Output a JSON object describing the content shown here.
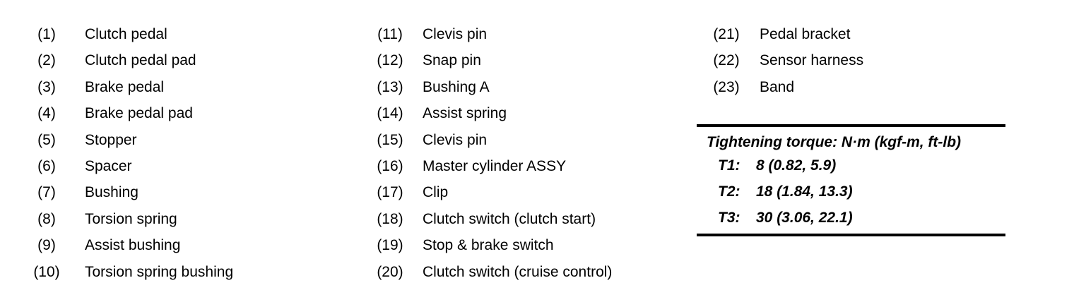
{
  "parts_legend": {
    "columns": [
      {
        "items": [
          {
            "num": "(1)",
            "label": "Clutch pedal"
          },
          {
            "num": "(2)",
            "label": "Clutch pedal pad"
          },
          {
            "num": "(3)",
            "label": "Brake pedal"
          },
          {
            "num": "(4)",
            "label": "Brake pedal pad"
          },
          {
            "num": "(5)",
            "label": "Stopper"
          },
          {
            "num": "(6)",
            "label": "Spacer"
          },
          {
            "num": "(7)",
            "label": "Bushing"
          },
          {
            "num": "(8)",
            "label": "Torsion spring"
          },
          {
            "num": "(9)",
            "label": "Assist bushing"
          },
          {
            "num": "(10)",
            "label": "Torsion spring bushing"
          }
        ]
      },
      {
        "items": [
          {
            "num": "(11)",
            "label": "Clevis pin"
          },
          {
            "num": "(12)",
            "label": "Snap pin"
          },
          {
            "num": "(13)",
            "label": "Bushing A"
          },
          {
            "num": "(14)",
            "label": "Assist spring"
          },
          {
            "num": "(15)",
            "label": "Clevis pin"
          },
          {
            "num": "(16)",
            "label": "Master cylinder ASSY"
          },
          {
            "num": "(17)",
            "label": "Clip"
          },
          {
            "num": "(18)",
            "label": "Clutch switch (clutch start)"
          },
          {
            "num": "(19)",
            "label": "Stop & brake switch"
          },
          {
            "num": "(20)",
            "label": "Clutch switch (cruise control)"
          }
        ]
      },
      {
        "items": [
          {
            "num": "(21)",
            "label": "Pedal bracket"
          },
          {
            "num": "(22)",
            "label": "Sensor harness"
          },
          {
            "num": "(23)",
            "label": "Band"
          }
        ]
      }
    ]
  },
  "torque_table": {
    "title": "Tightening torque: N·m (kgf-m, ft-lb)",
    "rows": [
      {
        "id": "T1:",
        "value": "8 (0.82, 5.9)"
      },
      {
        "id": "T2:",
        "value": "18 (1.84, 13.3)"
      },
      {
        "id": "T3:",
        "value": "30 (3.06, 22.1)"
      }
    ]
  },
  "colors": {
    "text": "#000000",
    "background": "#ffffff",
    "rule": "#000000"
  }
}
